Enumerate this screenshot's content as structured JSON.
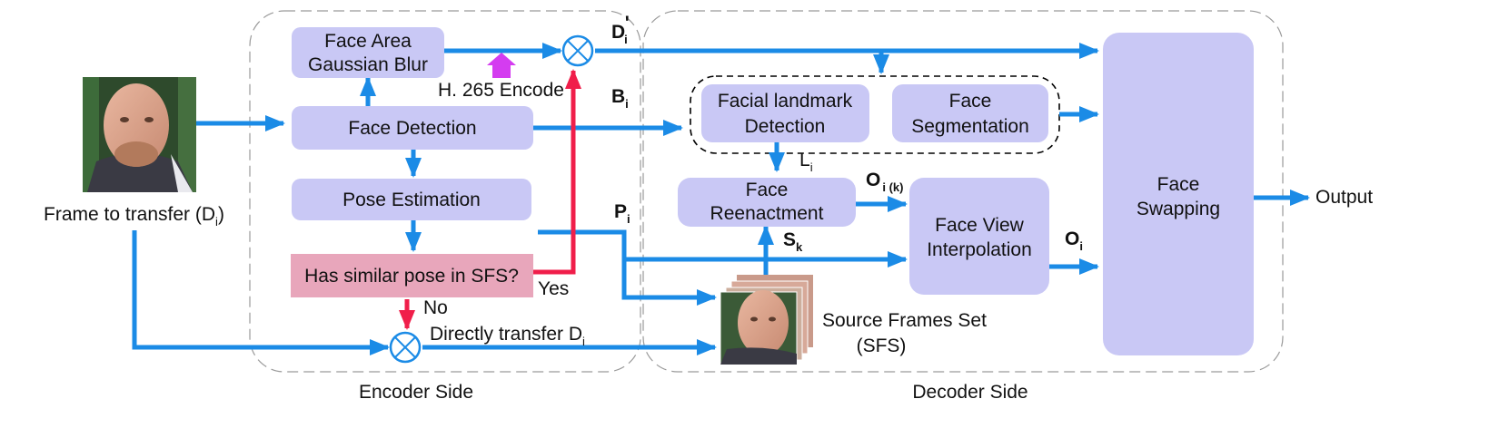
{
  "nodes": {
    "face_area_blur": [
      "Face Area",
      "Gaussian Blur"
    ],
    "face_detection": [
      "Face Detection"
    ],
    "pose_estimation": [
      "Pose Estimation"
    ],
    "has_similar_pose": [
      "Has similar pose in SFS?"
    ],
    "facial_landmark": [
      "Facial landmark",
      "Detection"
    ],
    "face_segmentation": [
      "Face",
      "Segmentation"
    ],
    "face_reenactment": [
      "Face",
      "Reenactment"
    ],
    "face_view_interp": [
      "Face View",
      "Interpolation"
    ],
    "face_swapping": [
      "Face",
      "Swapping"
    ]
  },
  "labels": {
    "frame_to_transfer": "Frame to transfer (D",
    "frame_to_transfer_sub": "i",
    "frame_to_transfer_end": ")",
    "h265": "H. 265 Encode",
    "yes": "Yes",
    "no": "No",
    "directly_transfer": "Directly transfer D",
    "directly_transfer_sub": "i",
    "sfs_line1": "Source Frames Set",
    "sfs_line2": "(SFS)",
    "output": "Output",
    "encoder_side": "Encoder Side",
    "decoder_side": "Decoder Side"
  },
  "variables": {
    "d_prime": {
      "main": "D",
      "sub": "i",
      "sup": "'"
    },
    "b": {
      "main": "B",
      "sub": "i"
    },
    "l": {
      "main": "L",
      "sub": "i"
    },
    "p": {
      "main": "P",
      "sub": "i"
    },
    "o_k": {
      "main": "O",
      "sub": "i (k)"
    },
    "s": {
      "main": "S",
      "sub": "k"
    },
    "o": {
      "main": "O",
      "sub": "i"
    }
  },
  "colors": {
    "node_fill": "#c9c8f5",
    "decision_fill": "#e8a6bb",
    "arrow_blue": "#1b8be6",
    "arrow_red": "#f01e4a",
    "arrow_magenta": "#d43cf0",
    "region_border": "#9a9a9a"
  }
}
